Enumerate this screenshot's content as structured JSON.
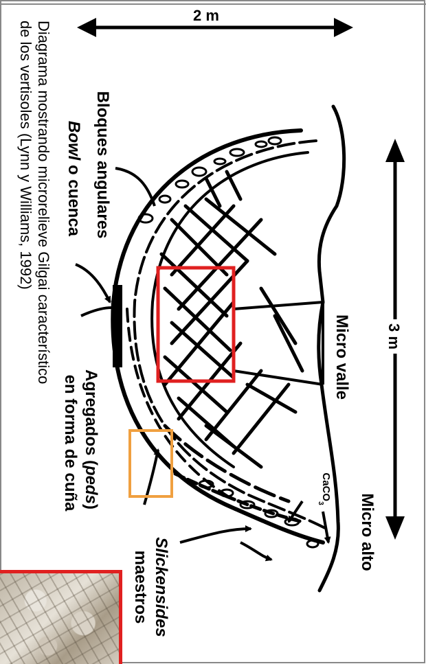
{
  "labels": {
    "scale_top": "2 m",
    "scale_right": "3 m",
    "bloques": "Bloques angulares",
    "bowl": "Bowl",
    "bowl_rest": " o cuenca",
    "micro_valle": "Micro valle",
    "micro_alto": "Micro alto",
    "caco3_main": "CaCO",
    "caco3_sub": "3",
    "agregados_a": "Agregados (",
    "agregados_peds": "peds",
    "agregados_b": ")",
    "agregados_c": "en forma de cuña",
    "slickensides": "Slickensides",
    "maestros": "maestros"
  },
  "caption": {
    "line1": "Diagrama mostrando microrelieve Gilgai característico",
    "line2": "de los vertisoles (Lynn y Williams, 1992)"
  },
  "colors": {
    "ink": "#000000",
    "highlight_red": "#e02020",
    "highlight_orange": "#f0a040",
    "frame": "#888888"
  }
}
